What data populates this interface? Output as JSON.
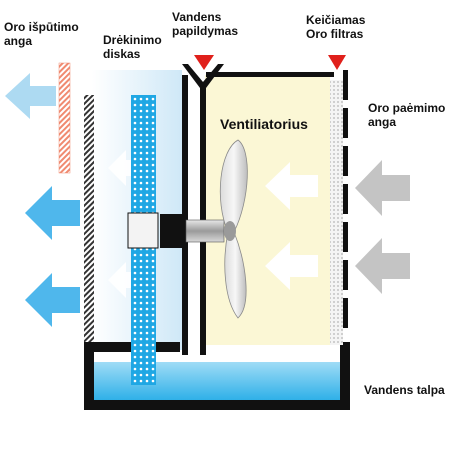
{
  "labels": {
    "air_outlet": [
      "Oro išpūtimo",
      "anga"
    ],
    "humidifier_disc": [
      "Drėkinimo",
      "diskas"
    ],
    "water_fill": [
      "Vandens",
      "papildymas"
    ],
    "replaceable_filter": [
      "Keičiamas",
      "Oro filtras"
    ],
    "air_intake": [
      "Oro paėmimo",
      "anga"
    ],
    "fan": "Ventiliatorius",
    "water_tank": "Vandens talpa"
  },
  "colors": {
    "outlet_arrow": "#7fc4ea",
    "intake_arrow": "#c8c8c8",
    "fan_chamber": "#fbf7d5",
    "outlet_chamber": "#e6f3fb",
    "water": "#5bc2ee",
    "disc": "#1fa7e4",
    "marker": "#e0201b",
    "outlet_grille": "#f08a70",
    "filter": "#d4d4d4"
  }
}
